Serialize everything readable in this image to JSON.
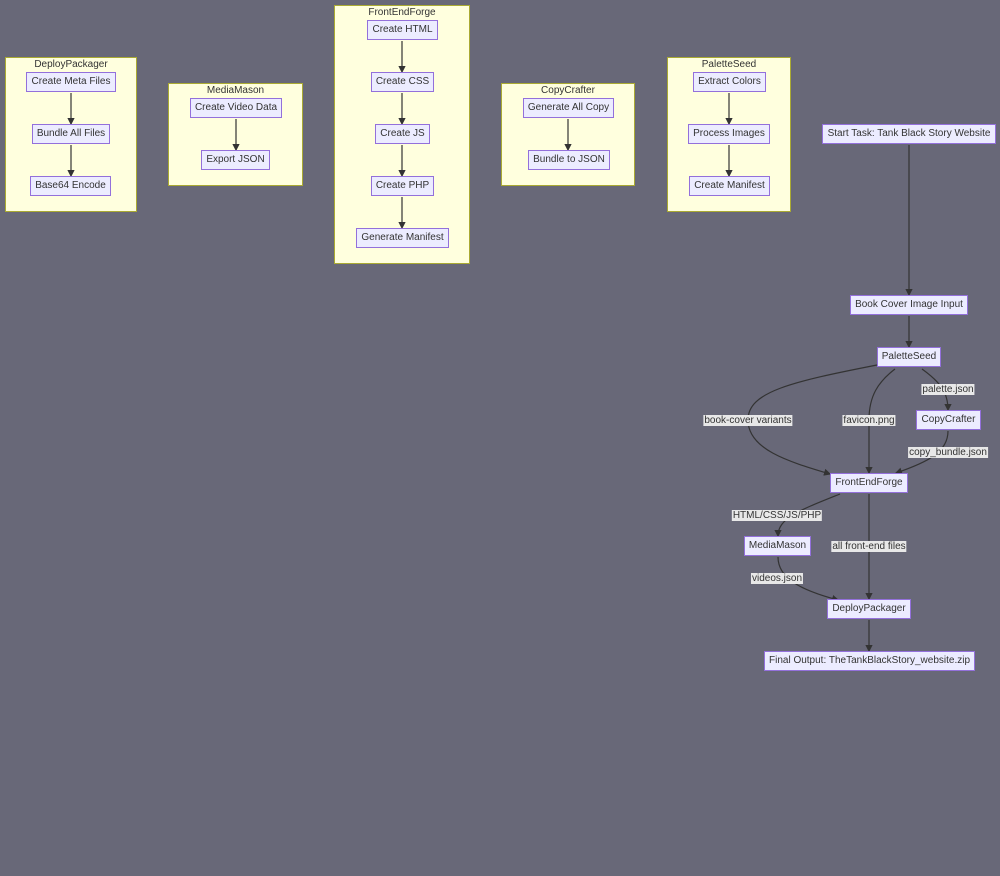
{
  "clusters": {
    "deploy": {
      "title": "DeployPackager",
      "nodes": [
        "Create Meta Files",
        "Bundle All Files",
        "Base64 Encode"
      ]
    },
    "media": {
      "title": "MediaMason",
      "nodes": [
        "Create Video Data",
        "Export JSON"
      ]
    },
    "frontend": {
      "title": "FrontEndForge",
      "nodes": [
        "Create HTML",
        "Create CSS",
        "Create JS",
        "Create PHP",
        "Generate Manifest"
      ]
    },
    "copy": {
      "title": "CopyCrafter",
      "nodes": [
        "Generate All Copy",
        "Bundle to JSON"
      ]
    },
    "palette": {
      "title": "PaletteSeed",
      "nodes": [
        "Extract Colors",
        "Process Images",
        "Create Manifest"
      ]
    }
  },
  "flow": {
    "start": "Start Task: Tank Black Story Website",
    "input": "Book Cover Image Input",
    "paletteseed": "PaletteSeed",
    "copycrafter": "CopyCrafter",
    "frontendforge": "FrontEndForge",
    "mediamason": "MediaMason",
    "deploypackager": "DeployPackager",
    "final": "Final Output: TheTankBlackStory_website.zip"
  },
  "edge_labels": {
    "palette_json": "palette.json",
    "book_cover_variants": "book-cover variants",
    "favicon_png": "favicon.png",
    "copy_bundle_json": "copy_bundle.json",
    "html_css_js_php": "HTML/CSS/JS/PHP",
    "all_frontend_files": "all front-end files",
    "videos_json": "videos.json"
  }
}
